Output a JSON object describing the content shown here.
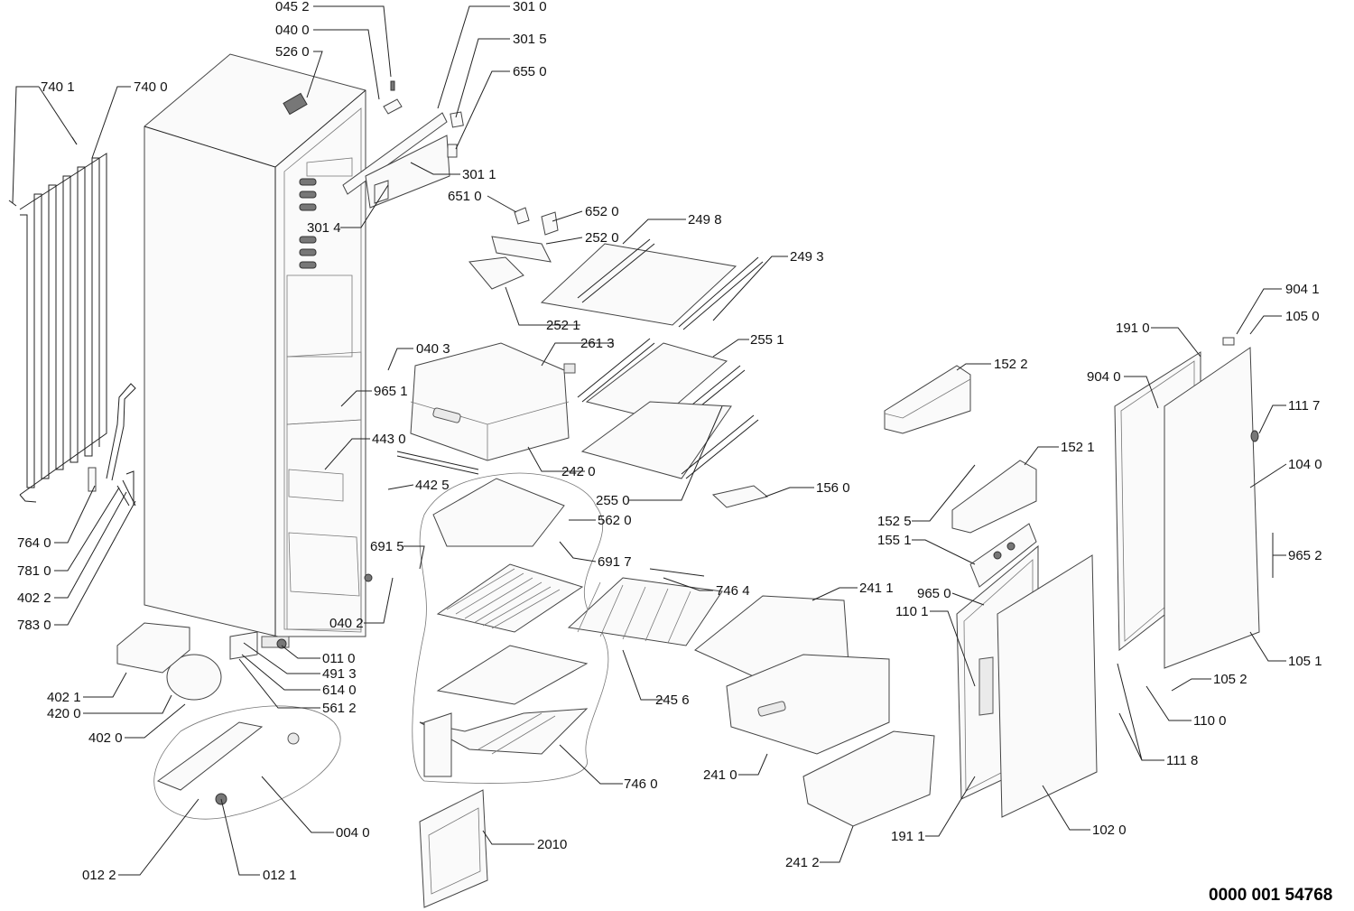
{
  "labels": {
    "l0452": "045 2",
    "l0400": "040 0",
    "l5260": "526 0",
    "l3010": "301 0",
    "l3015": "301 5",
    "l6550": "655 0",
    "l7401": "740 1",
    "l7400": "740 0",
    "l3011": "301 1",
    "l6510": "651 0",
    "l6520": "652 0",
    "l3014": "301 4",
    "l2520": "252 0",
    "l2498": "249 8",
    "l2493": "249 3",
    "l2521": "252 1",
    "l0403": "040 3",
    "l2613": "261 3",
    "l2551": "255 1",
    "l9651": "965 1",
    "l4430": "443 0",
    "l2420": "242 0",
    "l4425": "442 5",
    "l2550": "255 0",
    "l5620": "562 0",
    "l6915": "691 5",
    "l6917": "691 7",
    "l7640": "764 0",
    "l7810": "781 0",
    "l4022": "402 2",
    "l7830": "783 0",
    "l0402": "040 2",
    "l0110": "011 0",
    "l4913": "491 3",
    "l6140": "614 0",
    "l5612": "561 2",
    "l4021": "402 1",
    "l4200": "420 0",
    "l4020": "402 0",
    "l7464": "746 4",
    "l2456": "245 6",
    "l7460": "746 0",
    "l0040": "004 0",
    "l2010": "2010",
    "l0122": "012 2",
    "l0121": "012 1",
    "l1522": "152 2",
    "l1521": "152 1",
    "l1560": "156 0",
    "l1525": "152 5",
    "l1551": "155 1",
    "l2411": "241 1",
    "l9650": "965 0",
    "l1101": "110 1",
    "l2410": "241 0",
    "l2412": "241 2",
    "l1911": "191 1",
    "l1020": "102 0",
    "l1910": "191 0",
    "l9040": "904 0",
    "l9041": "904 1",
    "l1050": "105 0",
    "l1117": "111 7",
    "l1040": "104 0",
    "l9652": "965 2",
    "l1051": "105 1",
    "l1052": "105 2",
    "l1100": "110 0",
    "l1118": "111 8"
  },
  "document_code": "0000 001 54768"
}
